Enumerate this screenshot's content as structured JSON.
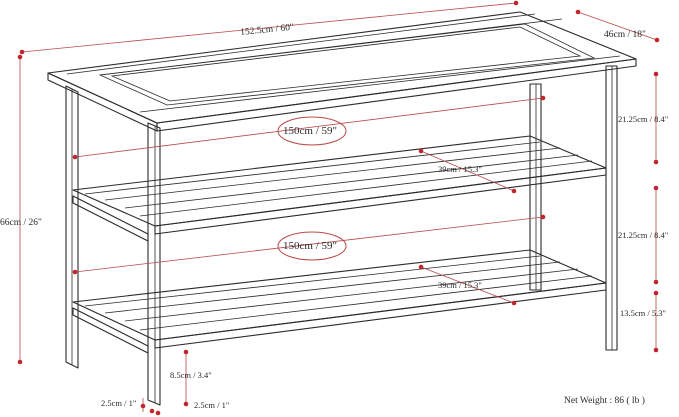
{
  "dimensions": {
    "overall_length": "152.5cm / 60\"",
    "depth": "46cm / 18\"",
    "overall_height": "66cm / 26\"",
    "upper_clearance": "21.25cm / 8.4\"",
    "middle_clearance": "21.25cm / 8.4\"",
    "bottom_shelf_height": "13.5cm / 5.3\"",
    "shelf_length_upper": "150cm / 59\"",
    "shelf_length_lower": "150cm / 59\"",
    "shelf_depth_upper": "39cm / 15.3\"",
    "shelf_depth_lower": "39cm / 15.3\"",
    "floor_clearance": "8.5cm / 3.4\"",
    "leg_width": "2.5cm / 1\"",
    "leg_depth": "2.5cm / 1\""
  },
  "net_weight": "Net Weight : 86 ( lb )",
  "colors": {
    "line": "#2b2b2b",
    "dimension_line": "#b84a4a",
    "dimension_dot": "#c0262b"
  }
}
